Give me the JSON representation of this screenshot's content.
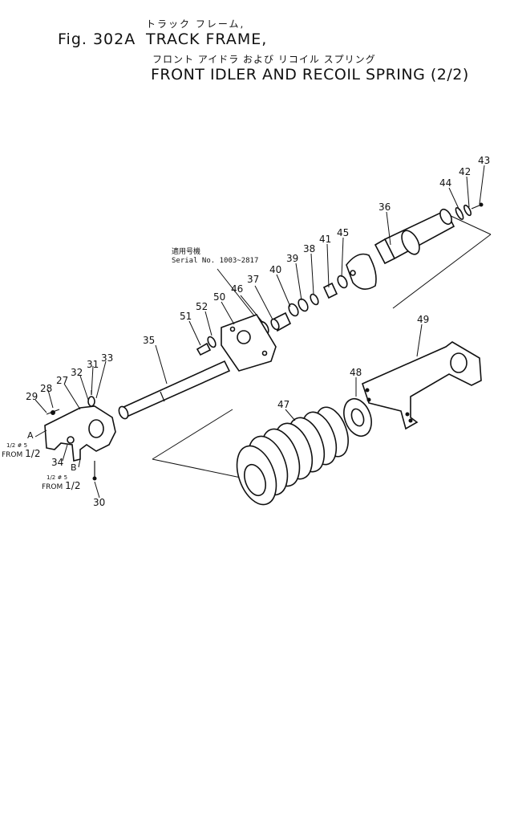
{
  "header": {
    "figure_label": "Fig. 302A",
    "title_jp_line1": "トラック フレーム,",
    "title_en_line1": "TRACK FRAME,",
    "title_jp_line2": "フロント アイドラ および リコイル スプリング",
    "title_en_line2": "FRONT IDLER AND RECOIL SPRING (2/2)"
  },
  "serial_note": {
    "label_jp": "適用号機",
    "serial": "Serial No. 1003~2817"
  },
  "references": {
    "a_letter": "A",
    "a_ref_small": "1/2 # 5",
    "a_from": "FROM",
    "a_page": "1/2",
    "b_letter": "B",
    "b_ref_small": "1/2 # 5",
    "b_from": "FROM",
    "b_page": "1/2"
  },
  "callouts": [
    {
      "id": "c43",
      "label": "43"
    },
    {
      "id": "c42",
      "label": "42"
    },
    {
      "id": "c44",
      "label": "44"
    },
    {
      "id": "c36",
      "label": "36"
    },
    {
      "id": "c41",
      "label": "41"
    },
    {
      "id": "c45",
      "label": "45"
    },
    {
      "id": "c38",
      "label": "38"
    },
    {
      "id": "c39",
      "label": "39"
    },
    {
      "id": "c40",
      "label": "40"
    },
    {
      "id": "c37",
      "label": "37"
    },
    {
      "id": "c46",
      "label": "46"
    },
    {
      "id": "c50",
      "label": "50"
    },
    {
      "id": "c52",
      "label": "52"
    },
    {
      "id": "c51",
      "label": "51"
    },
    {
      "id": "c35",
      "label": "35"
    },
    {
      "id": "c49",
      "label": "49"
    },
    {
      "id": "c48",
      "label": "48"
    },
    {
      "id": "c47",
      "label": "47"
    },
    {
      "id": "c33",
      "label": "33"
    },
    {
      "id": "c31",
      "label": "31"
    },
    {
      "id": "c32",
      "label": "32"
    },
    {
      "id": "c27",
      "label": "27"
    },
    {
      "id": "c28",
      "label": "28"
    },
    {
      "id": "c29",
      "label": "29"
    },
    {
      "id": "c34",
      "label": "34"
    },
    {
      "id": "c30",
      "label": "30"
    }
  ]
}
